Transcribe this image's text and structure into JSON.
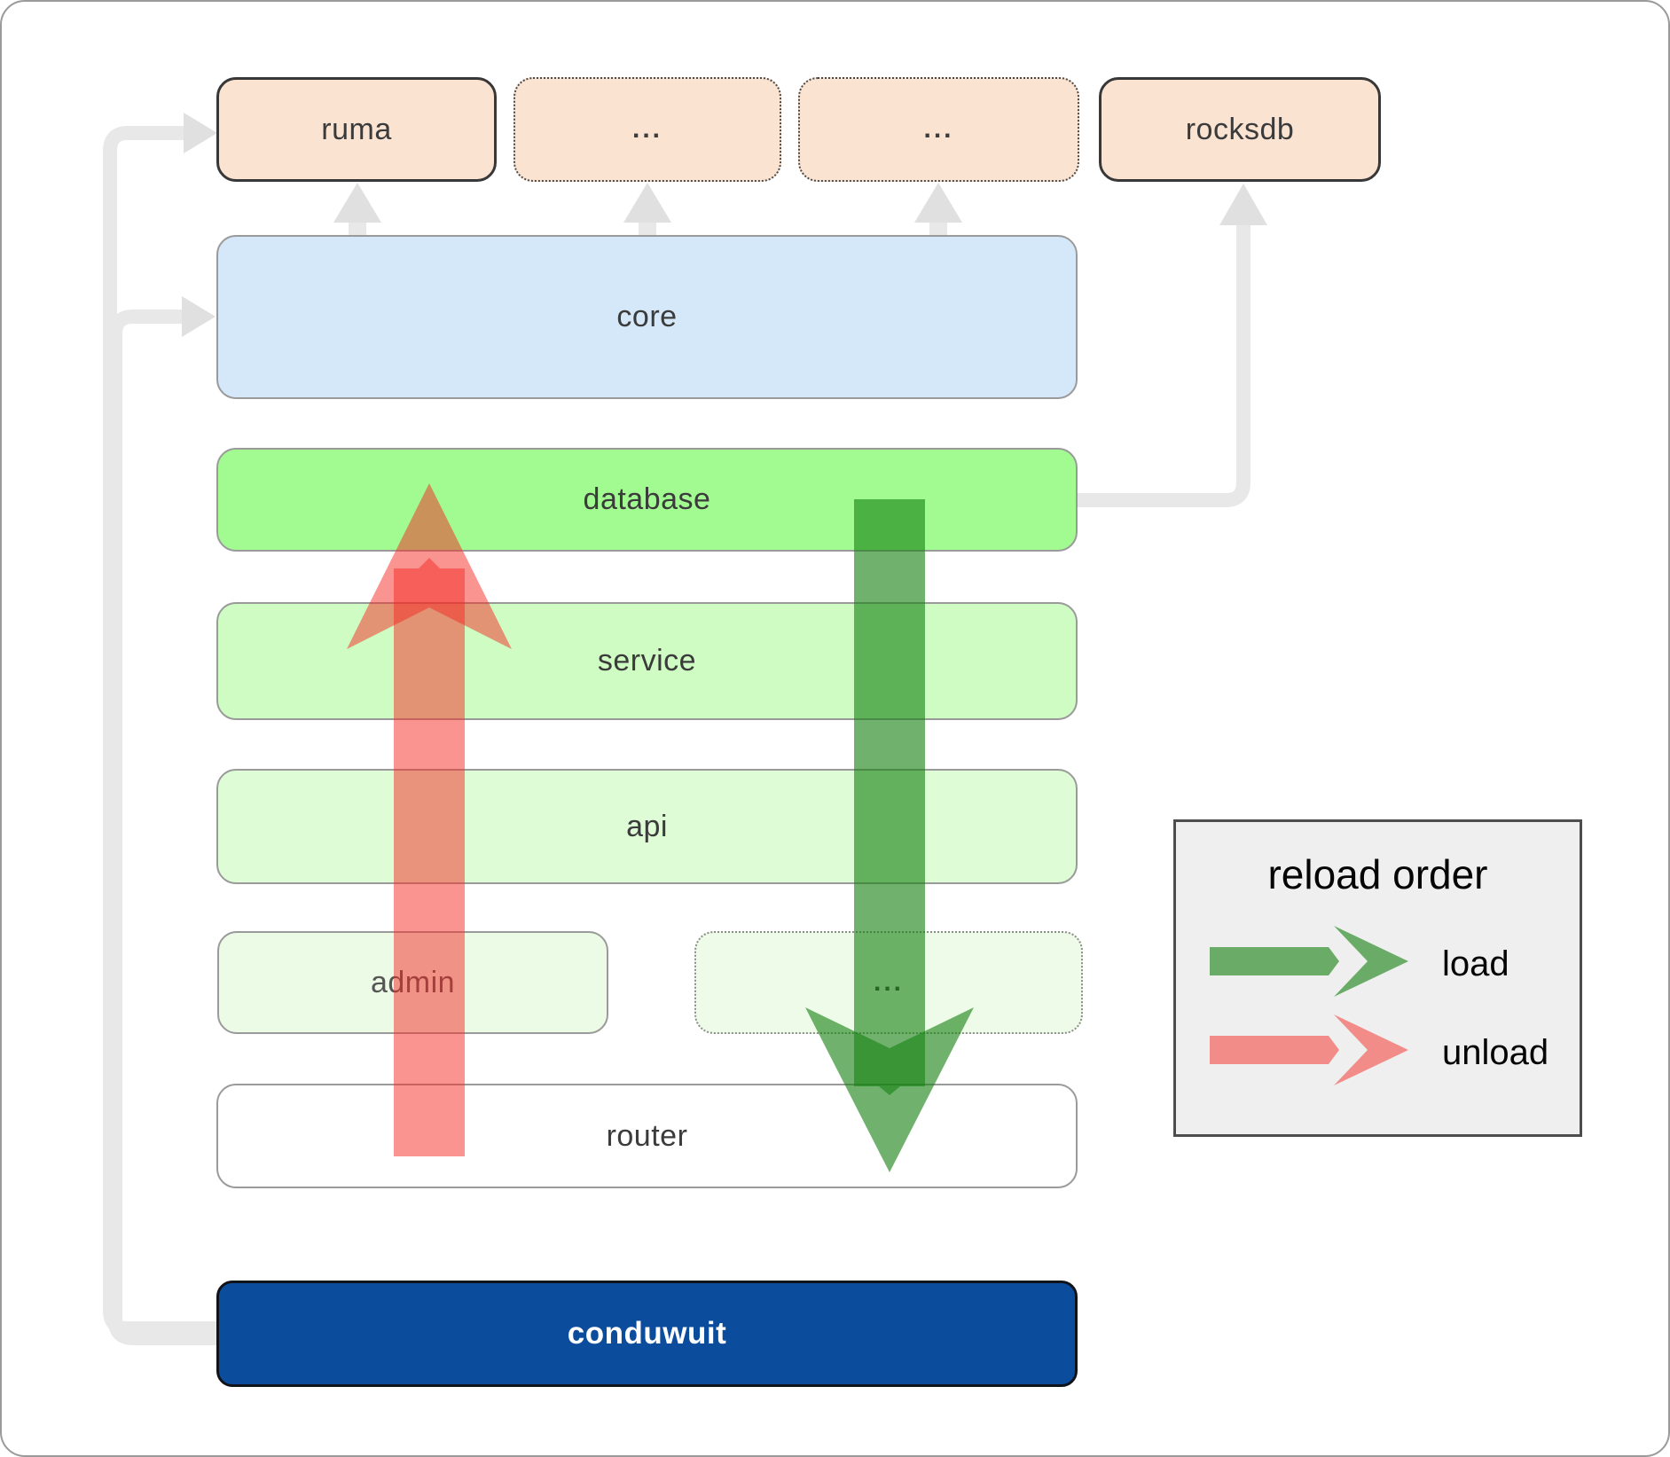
{
  "boxes": {
    "ruma": "ruma",
    "dots_top_a": "...",
    "dots_top_b": "...",
    "rocksdb": "rocksdb",
    "core": "core",
    "database": "database",
    "service": "service",
    "api": "api",
    "admin": "admin",
    "dots_admin": "...",
    "router": "router",
    "conduwuit": "conduwuit"
  },
  "legend": {
    "title": "reload order",
    "items": [
      {
        "label": "load",
        "color": "#188214"
      },
      {
        "label": "unload",
        "color": "#f32a24"
      }
    ]
  },
  "colors": {
    "ruma_fill": "#fbe3d2",
    "core_fill": "#d5e8fa",
    "database_fill": "#a1fb90",
    "service_fill": "#cefcc2",
    "api_fill": "#defcd5",
    "admin_fill": "#ecfbe6",
    "dots_admin_fill": "#eefbe9",
    "router_fill": "#ffffff",
    "conduwuit_fill": "#0c4c9c",
    "load_green": "#188214",
    "unload_red": "#f32a24",
    "connector_gray": "#e8e8e8",
    "connector_head_gray": "#e0e0e0",
    "legend_bg": "#efefef"
  }
}
